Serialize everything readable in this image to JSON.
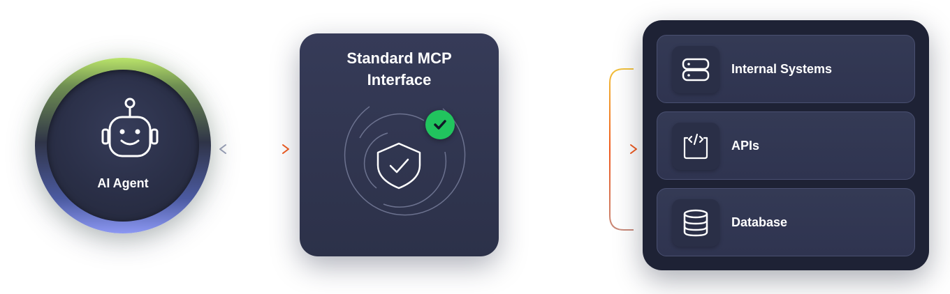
{
  "agent": {
    "label": "AI Agent",
    "icon": "robot-icon"
  },
  "mcp": {
    "title_line1": "Standard MCP",
    "title_line2": "Interface",
    "icon": "shield-check-icon",
    "badge_icon": "check-icon"
  },
  "resources": {
    "items": [
      {
        "label": "Internal Systems",
        "icon": "server-icon"
      },
      {
        "label": "APIs",
        "icon": "code-icon"
      },
      {
        "label": "Database",
        "icon": "database-icon"
      }
    ]
  },
  "colors": {
    "card_bg": "#2f3450",
    "panel_bg": "#1e2235",
    "badge_green": "#21c45e",
    "arrow_orange": "#f05a1e",
    "arrow_gray": "#8a8fa8",
    "ring_green": "#b9e36a",
    "ring_blue": "#8b97f2"
  }
}
